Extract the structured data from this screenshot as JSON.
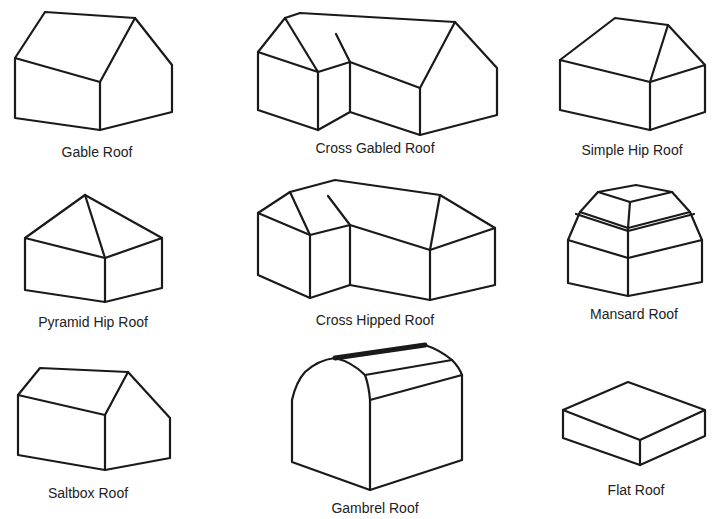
{
  "diagram": {
    "labels": [
      "Gable Roof",
      "Cross Gabled Roof",
      "Simple Hip Roof",
      "Pyramid Hip Roof",
      "Cross Hipped Roof",
      "Mansard Roof",
      "Saltbox Roof",
      "Gambrel Roof",
      "Flat Roof"
    ]
  }
}
